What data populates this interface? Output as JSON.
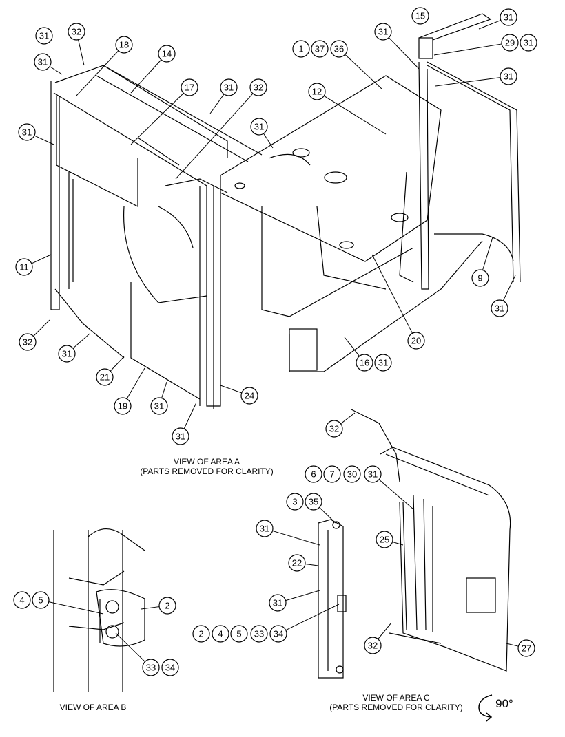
{
  "captions": {
    "area_a_line1": "VIEW OF AREA A",
    "area_a_line2": "(PARTS REMOVED FOR CLARITY)",
    "area_b": "VIEW OF AREA B",
    "area_c_line1": "VIEW OF AREA C",
    "area_c_line2": "(PARTS REMOVED FOR CLARITY)",
    "rotation": "90°"
  },
  "callouts": [
    {
      "id": "c1",
      "text": "31"
    },
    {
      "id": "c2",
      "text": "32"
    },
    {
      "id": "c3",
      "text": "31"
    },
    {
      "id": "c4",
      "text": "18"
    },
    {
      "id": "c5",
      "text": "14"
    },
    {
      "id": "c6",
      "text": "17"
    },
    {
      "id": "c7",
      "text": "31"
    },
    {
      "id": "c8",
      "text": "32"
    },
    {
      "id": "c9",
      "text": "31"
    },
    {
      "id": "c10",
      "text": "31"
    },
    {
      "id": "c11",
      "text": "12"
    },
    {
      "id": "c12",
      "text": "1"
    },
    {
      "id": "c13",
      "text": "37"
    },
    {
      "id": "c14",
      "text": "36"
    },
    {
      "id": "c15",
      "text": "31"
    },
    {
      "id": "c16",
      "text": "15"
    },
    {
      "id": "c17",
      "text": "31"
    },
    {
      "id": "c18",
      "text": "29"
    },
    {
      "id": "c19",
      "text": "31"
    },
    {
      "id": "c20",
      "text": "31"
    },
    {
      "id": "c21",
      "text": "11"
    },
    {
      "id": "c22",
      "text": "32"
    },
    {
      "id": "c23",
      "text": "31"
    },
    {
      "id": "c24",
      "text": "21"
    },
    {
      "id": "c25",
      "text": "19"
    },
    {
      "id": "c26",
      "text": "31"
    },
    {
      "id": "c27",
      "text": "31"
    },
    {
      "id": "c28",
      "text": "24"
    },
    {
      "id": "c29",
      "text": "16"
    },
    {
      "id": "c30",
      "text": "31"
    },
    {
      "id": "c31",
      "text": "20"
    },
    {
      "id": "c32",
      "text": "9"
    },
    {
      "id": "c33",
      "text": "31"
    },
    {
      "id": "c34",
      "text": "32"
    },
    {
      "id": "c35",
      "text": "6"
    },
    {
      "id": "c36",
      "text": "7"
    },
    {
      "id": "c37",
      "text": "30"
    },
    {
      "id": "c38",
      "text": "31"
    },
    {
      "id": "c39",
      "text": "3"
    },
    {
      "id": "c40",
      "text": "35"
    },
    {
      "id": "c41",
      "text": "31"
    },
    {
      "id": "c42",
      "text": "25"
    },
    {
      "id": "c43",
      "text": "22"
    },
    {
      "id": "c44",
      "text": "31"
    },
    {
      "id": "c45",
      "text": "2"
    },
    {
      "id": "c46",
      "text": "4"
    },
    {
      "id": "c47",
      "text": "5"
    },
    {
      "id": "c48",
      "text": "33"
    },
    {
      "id": "c49",
      "text": "34"
    },
    {
      "id": "c50",
      "text": "32"
    },
    {
      "id": "c51",
      "text": "27"
    },
    {
      "id": "c52",
      "text": "4"
    },
    {
      "id": "c53",
      "text": "5"
    },
    {
      "id": "c54",
      "text": "2"
    },
    {
      "id": "c55",
      "text": "33"
    },
    {
      "id": "c56",
      "text": "34"
    }
  ]
}
